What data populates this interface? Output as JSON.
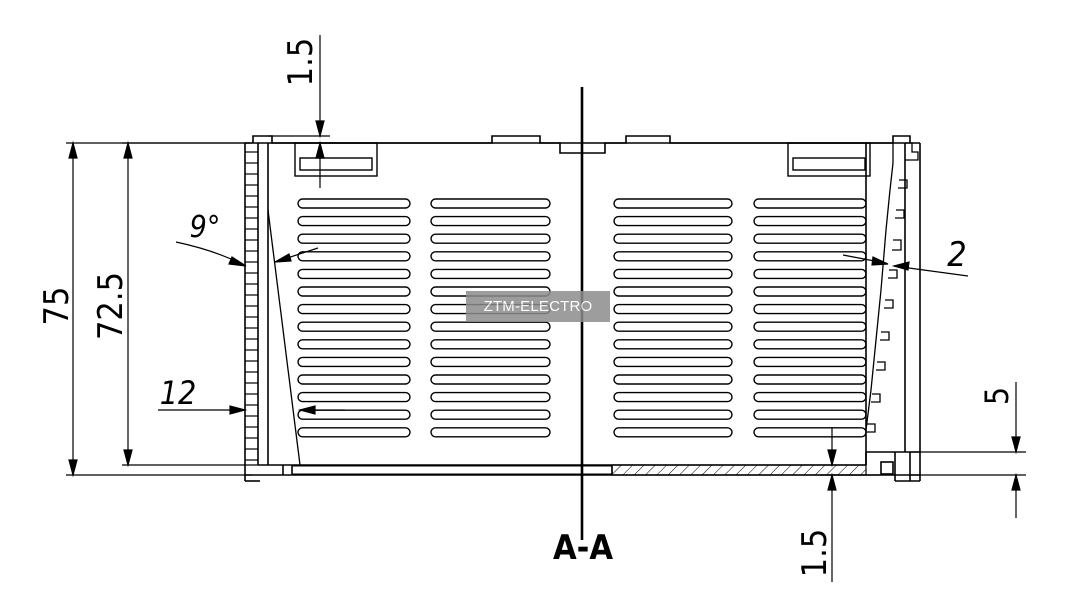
{
  "drawing": {
    "section_label": "A-A",
    "watermark": "ZTM-ELECTRO",
    "dimensions": {
      "overall_height": "75",
      "inner_height": "72.5",
      "top_wall": "1.5",
      "bottom_wall": "1.5",
      "base_gap": "5",
      "left_slot_offset": "12",
      "draft_angle": "9°",
      "rib_step": "2"
    },
    "slot_rows": 14,
    "slot_columns": 4
  }
}
